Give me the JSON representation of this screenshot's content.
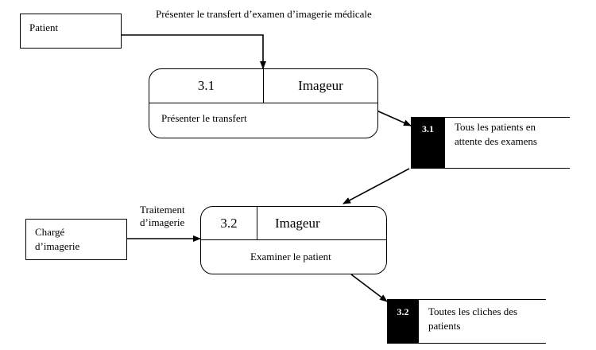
{
  "diagram": {
    "title": "Présenter le transfert d’examen d’imagerie médicale",
    "entities": {
      "patient": "Patient",
      "charge_line1": "Chargé",
      "charge_line2": "d’imagerie"
    },
    "processes": [
      {
        "id": "3.1",
        "actor": "Imageur",
        "description": "Présenter le transfert"
      },
      {
        "id": "3.2",
        "actor": "Imageur",
        "description": "Examiner le patient"
      }
    ],
    "stores": [
      {
        "id": "3.1",
        "line1": "Tous les patients en",
        "line2": "attente des examens"
      },
      {
        "id": "3.2",
        "line1": "Toutes les cliches des",
        "line2": "patients"
      }
    ],
    "flows": {
      "imaging_line1": "Traitement",
      "imaging_line2": "d’imagerie"
    }
  }
}
